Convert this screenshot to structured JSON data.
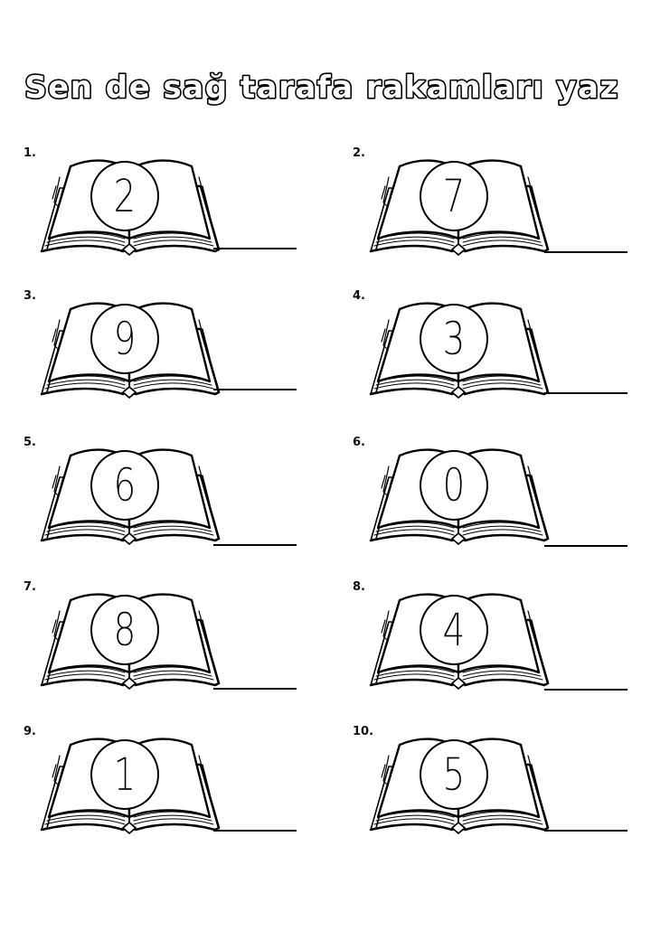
{
  "worksheet": {
    "title": "Sen de sağ tarafa rakamları yaz",
    "items": [
      {
        "number": "1.",
        "digit": "2"
      },
      {
        "number": "2.",
        "digit": "7"
      },
      {
        "number": "3.",
        "digit": "9"
      },
      {
        "number": "4.",
        "digit": "3"
      },
      {
        "number": "5.",
        "digit": "6"
      },
      {
        "number": "6.",
        "digit": "0"
      },
      {
        "number": "7.",
        "digit": "8"
      },
      {
        "number": "8.",
        "digit": "4"
      },
      {
        "number": "9.",
        "digit": "1"
      },
      {
        "number": "10.",
        "digit": "5"
      }
    ],
    "answer_line": "______"
  },
  "icons": {
    "book": "open-book-icon"
  },
  "colors": {
    "ink": "#000000",
    "paper": "#ffffff"
  }
}
